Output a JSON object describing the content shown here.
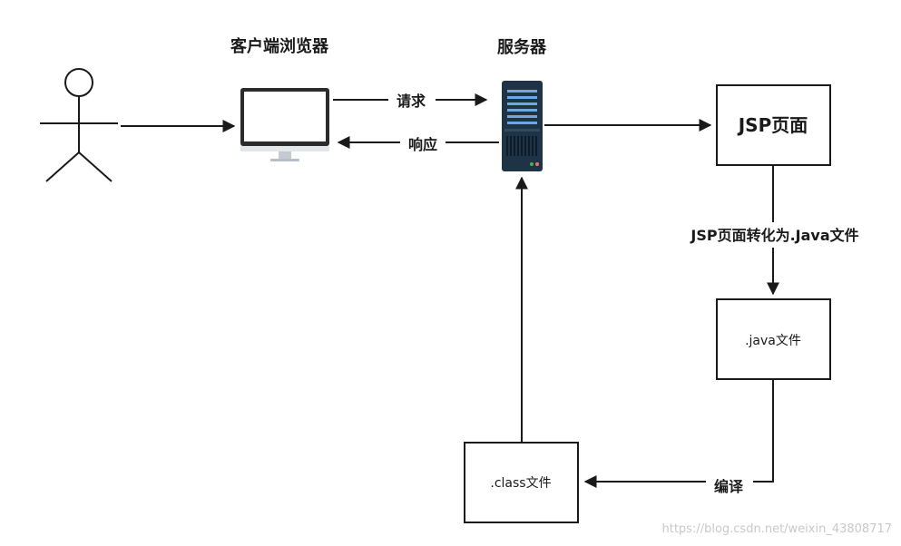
{
  "nodes": {
    "client_label": "客户端浏览器",
    "server_label": "服务器",
    "jsp_page": "JSP页面",
    "java_file": ".java文件",
    "class_file": ".class文件"
  },
  "edges": {
    "request": "请求",
    "response": "响应",
    "jsp_to_java": "JSP页面转化为.Java文件",
    "compile": "编译"
  },
  "watermark": "https://blog.csdn.net/weixin_43808717",
  "colors": {
    "stroke": "#1a1a1a",
    "server_body": "#1f3347",
    "server_stripe": "#6fa8dc",
    "monitor_frame": "#2b2b2b",
    "monitor_stand": "#d4d9de",
    "watermark": "#c9c9c9"
  }
}
